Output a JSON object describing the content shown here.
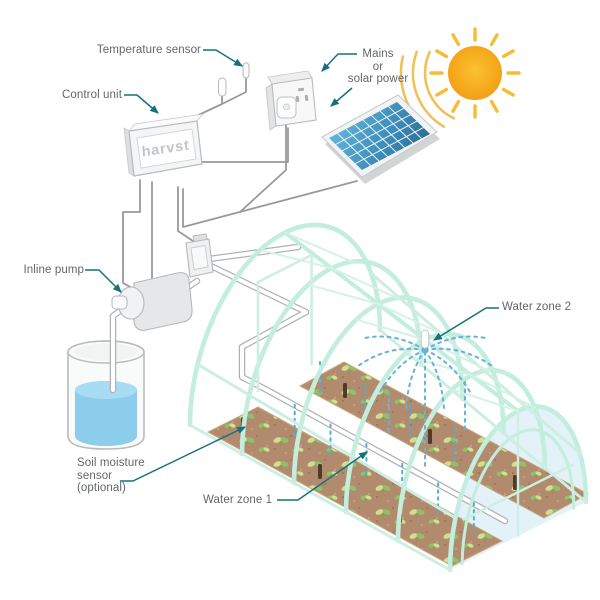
{
  "labels": {
    "temperature_sensor": "Temperature sensor",
    "control_unit": "Control unit",
    "power": "Mains\nor\nsolar power",
    "inline_pump": "Inline pump",
    "soil_moisture": "Soil moisture\nsensor\n(optional)",
    "water_zone_1": "Water zone 1",
    "water_zone_2": "Water zone 2"
  },
  "device": {
    "brand": "harvst"
  },
  "icons": {
    "sun": "sun-icon",
    "solar_panel": "solar-panel-icon",
    "power_socket": "power-socket-icon",
    "control_unit": "control-unit-box",
    "temperature_probe": "temperature-probe-icon",
    "inline_pump": "inline-pump-icon",
    "water_tank": "water-tank-icon",
    "valve": "valve-box-icon",
    "greenhouse": "greenhouse-polytunnel",
    "sprinkler": "sprinkler-icon"
  },
  "colors": {
    "accent_teal": "#16707e",
    "label_gray": "#63666a",
    "wire_gray": "#97999b",
    "frame_mint": "#c3eddc",
    "water_blue": "#57bae9",
    "spray_blue": "#69b1da",
    "soil_brown": "#b28a6d",
    "leaf_green": "#8dc16b",
    "sun_orange": "#f5a31f",
    "panel_blue": "#3f8fbc"
  }
}
